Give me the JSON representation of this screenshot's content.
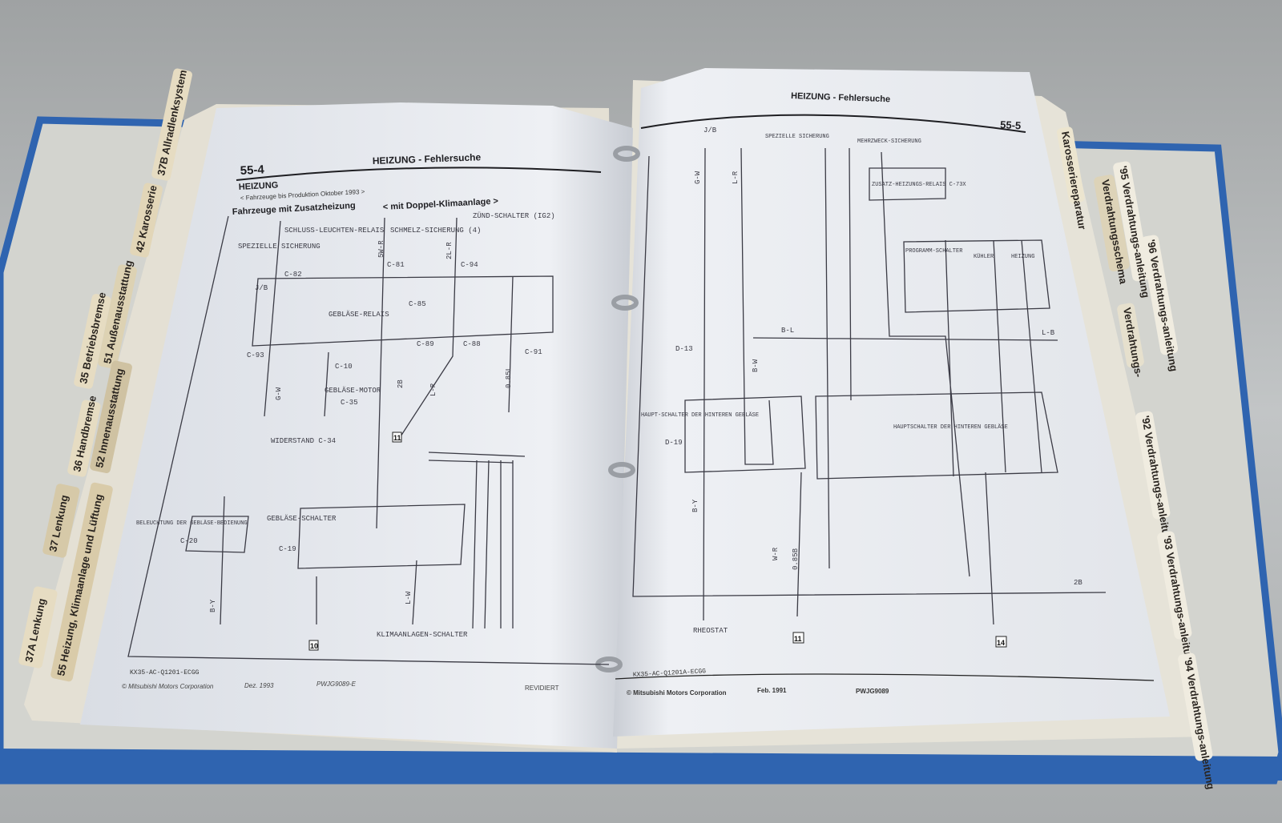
{
  "left_page": {
    "page_number": "55-4",
    "header": "HEIZUNG - Fehlersuche",
    "section_title": "HEIZUNG",
    "subtitle": "< Fahrzeuge bis Produktion Oktober 1993 >",
    "title_line": "Fahrzeuge mit Zusatzheizung",
    "title_suffix": "< mit Doppel-Klimaanlage >",
    "labels": [
      "SCHLUSS-LEUCHTEN-RELAIS",
      "SPEZIELLE SICHERUNG",
      "SCHMELZ-SICHERUNG (4)",
      "ZÜND-SCHALTER (IG2)",
      "GEBLÄSE-RELAIS",
      "GEBLÄSE-MOTOR",
      "WIDERSTAND C-34",
      "BELEUCHTUNG DER GEBLÄSE-BEDIENUNG",
      "GEBLÄSE-SCHALTER",
      "KLIMAANLAGEN-SCHALTER"
    ],
    "connectors": [
      "C-82",
      "C-81",
      "C-94",
      "C-85",
      "C-93",
      "C-10",
      "C-35",
      "C-89",
      "C-88",
      "C-91",
      "C-20",
      "C-19",
      "J/B"
    ],
    "wire_codes": [
      "5W-R",
      "2L-R",
      "G-W",
      "L-R",
      "0.85L",
      "2B",
      "B-Y",
      "L-W"
    ],
    "ground_numbers": [
      "10",
      "11"
    ],
    "doc_code": "KX35-AC-Q1201-ECGG",
    "copyright": "© Mitsubishi Motors Corporation",
    "date": "Dez. 1993",
    "pub_code": "PWJG9089-E",
    "status": "REVIDIERT"
  },
  "right_page": {
    "page_number": "55-5",
    "header": "HEIZUNG - Fehlersuche",
    "labels": [
      "ZUSATZ-HEIZUNGS-RELAIS C-73X",
      "PROGRAMM-SCHALTER",
      "KÜHLER",
      "HEIZUNG",
      "HAUPT-SCHALTER DER HINTEREN GEBLÄSE",
      "HAUPTSCHALTER DER HINTEREN GEBLÄSE",
      "RHEOSTAT",
      "SPEZIELLE SICHERUNG",
      "MEHRZWECK-SICHERUNG"
    ],
    "connectors": [
      "D-13",
      "D-19",
      "J/B"
    ],
    "wire_codes": [
      "B-L",
      "L-B",
      "B-Y",
      "W-R",
      "0.85B",
      "2B",
      "G-W",
      "L-R",
      "B-W"
    ],
    "ground_numbers": [
      "11",
      "14"
    ],
    "doc_code": "KX35-AC-Q1201A-ECGG",
    "copyright": "© Mitsubishi Motors Corporation",
    "date": "Feb. 1991",
    "pub_code": "PWJG9089"
  },
  "left_tabs": [
    "37B Allradlenksystem",
    "42 Karosserie",
    "51 Außenausstattung",
    "35 Betriebsbremse",
    "36 Handbremse",
    "52 Innenausstattung",
    "37 Lenkung",
    "37A Lenkung",
    "55 Heizung, Klimaanlage und Lüftung"
  ],
  "right_tabs": [
    "Karosseriereparatur",
    "Verdrahtungsschema",
    "'95 Verdrahtungs-anleitung",
    "'96 Verdrahtungs-anleitung",
    "Verdrahtungs-",
    "'92 Verdrahtungs-anleitung",
    "'93 Verdrahtungs-anleitung",
    "'94 Verdrahtungs-anleitung"
  ],
  "colors": {
    "binder_blue": "#2f64b0",
    "paper": "#e9ecf1",
    "tab": "#e8dcc0",
    "background": "#b9bcbd"
  }
}
